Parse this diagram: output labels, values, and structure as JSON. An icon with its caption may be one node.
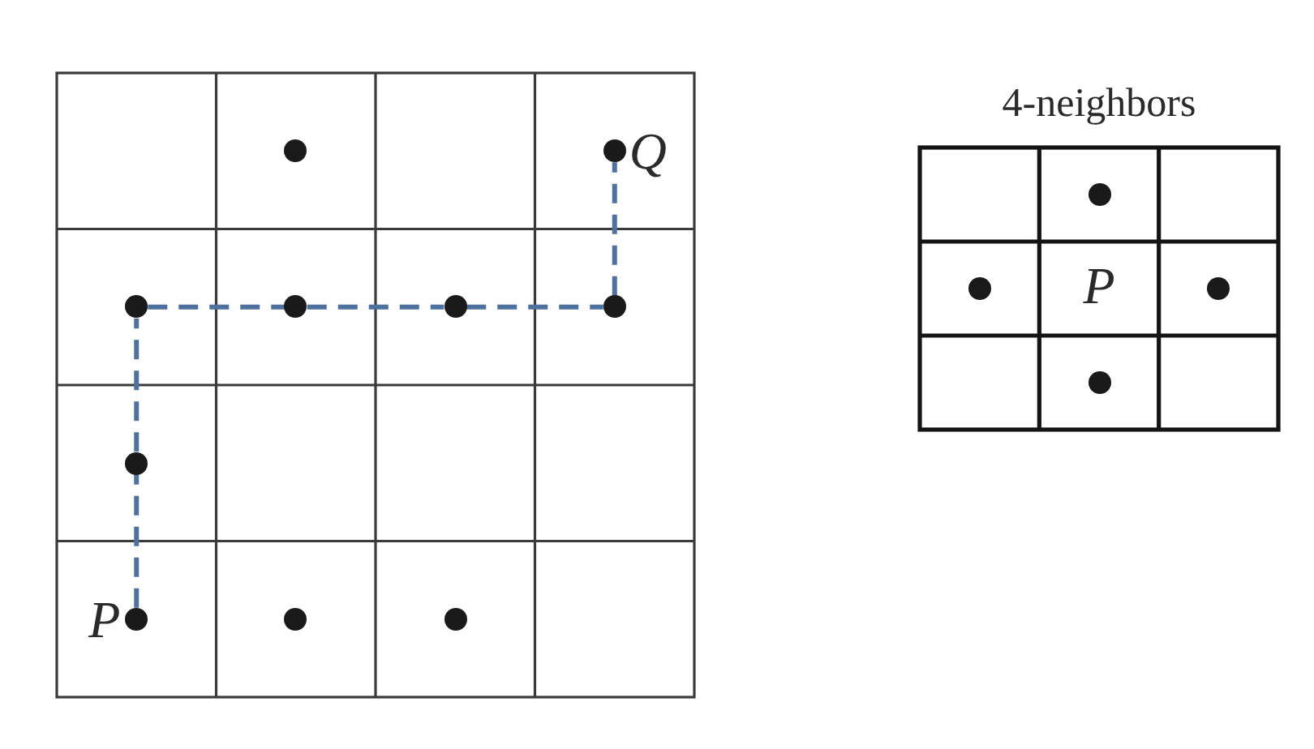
{
  "diagram": {
    "nodes": [
      {
        "text": [],
        "shape": "circle"
      },
      {
        "text": [],
        "shape": "circle",
        "beside": [
          "Q"
        ]
      },
      {
        "text": [],
        "shape": "circle"
      },
      {
        "text": [],
        "shape": "circle"
      },
      {
        "text": [],
        "shape": "circle"
      },
      {
        "text": [],
        "shape": "circle"
      },
      {
        "text": [],
        "shape": "circle"
      },
      {
        "text": [],
        "shape": "circle",
        "beside": [
          "P"
        ]
      },
      {
        "text": [],
        "shape": "circle"
      },
      {
        "text": [],
        "shape": "circle"
      },
      {
        "text": [],
        "shape": "circle"
      },
      {
        "text": [],
        "shape": "circle"
      },
      {
        "text": [],
        "shape": "circle"
      },
      {
        "text": [],
        "shape": "circle"
      }
    ],
    "edges": [
      {
        "from": 7,
        "to": 6,
        "arrow": "none",
        "style": "dashed"
      },
      {
        "from": 6,
        "to": 2,
        "arrow": "none",
        "style": "dashed"
      },
      {
        "from": 2,
        "to": 3,
        "arrow": "none",
        "style": "dashed"
      },
      {
        "from": 3,
        "to": 4,
        "arrow": "none",
        "style": "dashed"
      },
      {
        "from": 4,
        "to": 5,
        "arrow": "none",
        "style": "dashed"
      },
      {
        "from": 5,
        "to": 1,
        "arrow": "none",
        "style": "dashed"
      }
    ],
    "labels": [
      "4-neighbors",
      "P"
    ]
  }
}
